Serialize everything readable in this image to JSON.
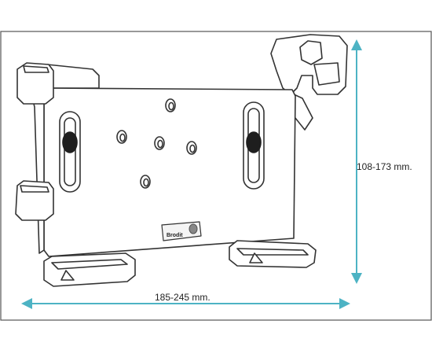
{
  "dimensions": {
    "height_label": "108-173 mm.",
    "width_label": "185-245 mm."
  },
  "logo": {
    "text": "Brodit"
  },
  "colors": {
    "arrow": "#4db3c4",
    "outline": "#333333",
    "border": "#444444"
  }
}
